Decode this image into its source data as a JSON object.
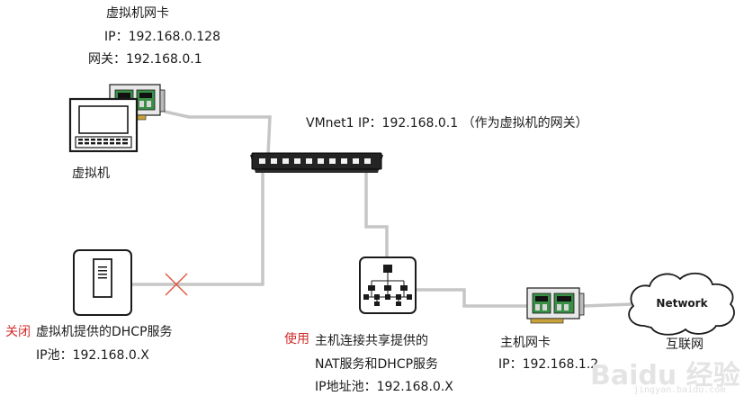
{
  "vm_nic": {
    "title": "虚拟机网卡",
    "ip": "IP：192.168.0.128",
    "gateway": "网关：192.168.0.1"
  },
  "vm": {
    "label": "虚拟机"
  },
  "vmnet": {
    "label": "VMnet1  IP：192.168.0.1  （作为虚拟机的网关）"
  },
  "vm_dhcp": {
    "status": "关闭",
    "label": "虚拟机提供的DHCP服务",
    "pool": "IP池：192.168.0.X"
  },
  "host_nat": {
    "status": "使用",
    "label1": "主机连接共享提供的",
    "label2": "NAT服务和DHCP服务",
    "pool": "IP地址池：192.168.0.X"
  },
  "host_nic": {
    "label": "主机网卡",
    "ip": "IP：192.168.1.2"
  },
  "internet": {
    "cloud_label": "Network",
    "label": "互联网"
  },
  "watermark": {
    "text": "Baidu 经验",
    "url": "jingyan.baidu.com"
  },
  "colors": {
    "cable": "#c9c9c9",
    "device_stroke": "#1a1a1a",
    "chip_green": "#2f8f3a",
    "cross": "#e0503a",
    "status_red": "#d32a2a"
  }
}
